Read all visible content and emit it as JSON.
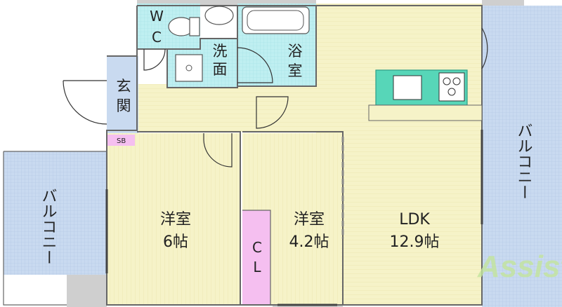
{
  "rooms": {
    "wc": {
      "line1": "W",
      "line2": "C"
    },
    "washroom": {
      "line1": "洗",
      "line2": "面"
    },
    "bathroom": {
      "line1": "浴",
      "line2": "室"
    },
    "entrance": {
      "line1": "玄",
      "line2": "関"
    },
    "shoe_box": "SB",
    "western_room_1": {
      "name": "洋室",
      "size": "6帖"
    },
    "western_room_2": {
      "name": "洋室",
      "size": "4.2帖"
    },
    "closet": {
      "line1": "C",
      "line2": "L"
    },
    "ldk": {
      "name": "LDK",
      "size": "12.9帖"
    },
    "balcony_left": "バルコニー",
    "balcony_right": "バルコニー"
  },
  "watermark": "Assist",
  "colors": {
    "room_floor": "#f6f3c8",
    "wet_area": "#bfeff1",
    "balcony": "#c9daf0",
    "closet": "#f5bff0",
    "gray_block": "#cfcfcf",
    "counter": "#57d6b8",
    "walls": "#666666"
  }
}
